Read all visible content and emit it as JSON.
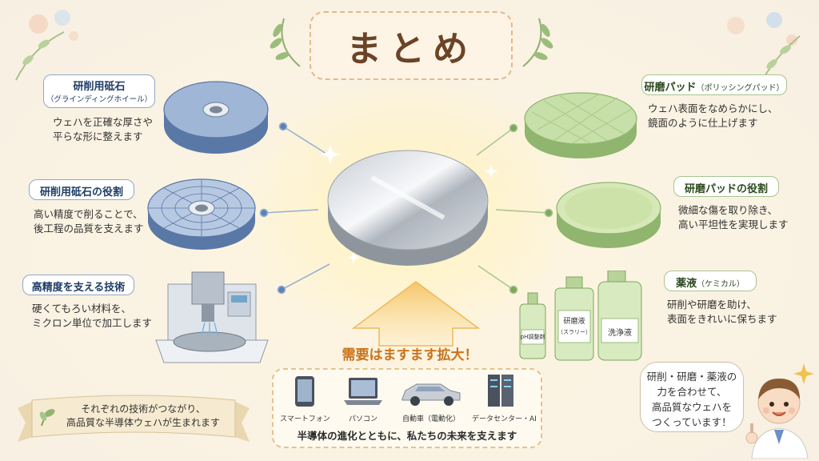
{
  "title": "まとめ",
  "left_items": [
    {
      "label": "研削用砥石",
      "sub": "（グラインディングホイール）",
      "desc": [
        "ウェハを正確な厚さや",
        "平らな形に整えます"
      ]
    },
    {
      "label": "研削用砥石の役割",
      "desc": [
        "高い精度で削ることで、",
        "後工程の品質を支えます"
      ]
    },
    {
      "label": "高精度を支える技術",
      "desc": [
        "硬くてもろい材料を、",
        "ミクロン単位で加工します"
      ]
    }
  ],
  "right_items": [
    {
      "label": "研磨パッド",
      "sub": "（ポリッシングパッド）",
      "desc": [
        "ウェハ表面をなめらかにし、",
        "鏡面のように仕上げます"
      ]
    },
    {
      "label": "研磨パッドの役割",
      "desc": [
        "微細な傷を取り除き、",
        "高い平坦性を実現します"
      ]
    },
    {
      "label": "薬液",
      "sub": "（ケミカル）",
      "desc": [
        "研削や研磨を助け、",
        "表面をきれいに保ちます"
      ]
    }
  ],
  "bottles": {
    "small": "pH調整剤",
    "mid": "研磨液",
    "mid_sub": "（スラリー）",
    "big": "洗浄液"
  },
  "demand": "需要はますます拡大！",
  "devices": [
    "スマートフォン",
    "パソコン",
    "自動車（電動化）",
    "データセンター・AI"
  ],
  "bottom_tagline": "半導体の進化とともに、私たちの未来を支えます",
  "ribbon": [
    "それぞれの技術がつながり、",
    "高品質な半導体ウェハが生まれます"
  ],
  "bubble": [
    "研削・研磨・薬液の",
    "力を合わせて、",
    "高品質なウェハを",
    "つくっています！"
  ],
  "colors": {
    "blue_accent": "#1f3d66",
    "green_accent": "#2d4a1f",
    "demand_text": "#c9731c",
    "title_text": "#6b4426"
  }
}
